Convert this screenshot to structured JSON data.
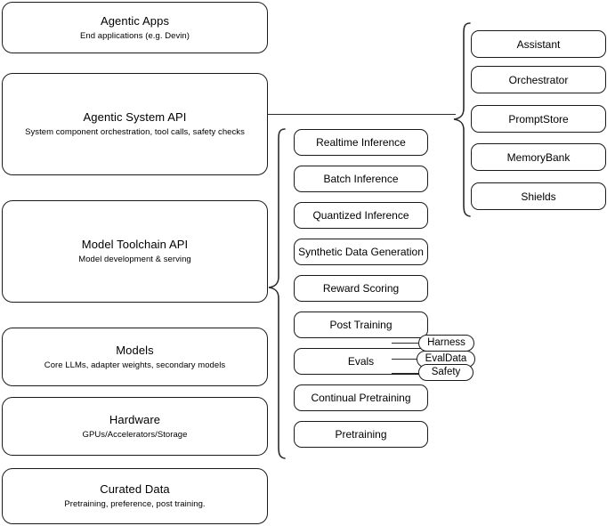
{
  "diagram": {
    "title": "Agentic stack layered architecture",
    "stroke_color": "#1a1a1a",
    "background_color": "#ffffff"
  },
  "layers": [
    {
      "name": "agentic-apps",
      "title": "Agentic Apps",
      "subtitle": "End applications (e.g. Devin)"
    },
    {
      "name": "agentic-system-api",
      "title": "Agentic System API",
      "subtitle": "System component orchestration, tool calls, safety checks"
    },
    {
      "name": "model-toolchain-api",
      "title": "Model Toolchain API",
      "subtitle": "Model development & serving"
    },
    {
      "name": "models",
      "title": "Models",
      "subtitle": "Core LLMs, adapter weights, secondary models"
    },
    {
      "name": "hardware",
      "title": "Hardware",
      "subtitle": "GPUs/Accelerators/Storage"
    },
    {
      "name": "curated-data",
      "title": "Curated Data",
      "subtitle": "Pretraining, preference, post training."
    }
  ],
  "toolchain_capabilities": [
    {
      "label": "Realtime Inference"
    },
    {
      "label": "Batch Inference"
    },
    {
      "label": "Quantized Inference"
    },
    {
      "label": "Synthetic Data Generation"
    },
    {
      "label": "Reward Scoring"
    },
    {
      "label": "Post Training"
    },
    {
      "label": "Evals"
    },
    {
      "label": "Continual Pretraining"
    },
    {
      "label": "Pretraining"
    }
  ],
  "evals_subcomponents": [
    {
      "label": "Harness"
    },
    {
      "label": "EvalData"
    },
    {
      "label": "Safety"
    }
  ],
  "agentic_components": [
    {
      "label": "Assistant"
    },
    {
      "label": "Orchestrator"
    },
    {
      "label": "PromptStore"
    },
    {
      "label": "MemoryBank"
    },
    {
      "label": "Shields"
    }
  ]
}
